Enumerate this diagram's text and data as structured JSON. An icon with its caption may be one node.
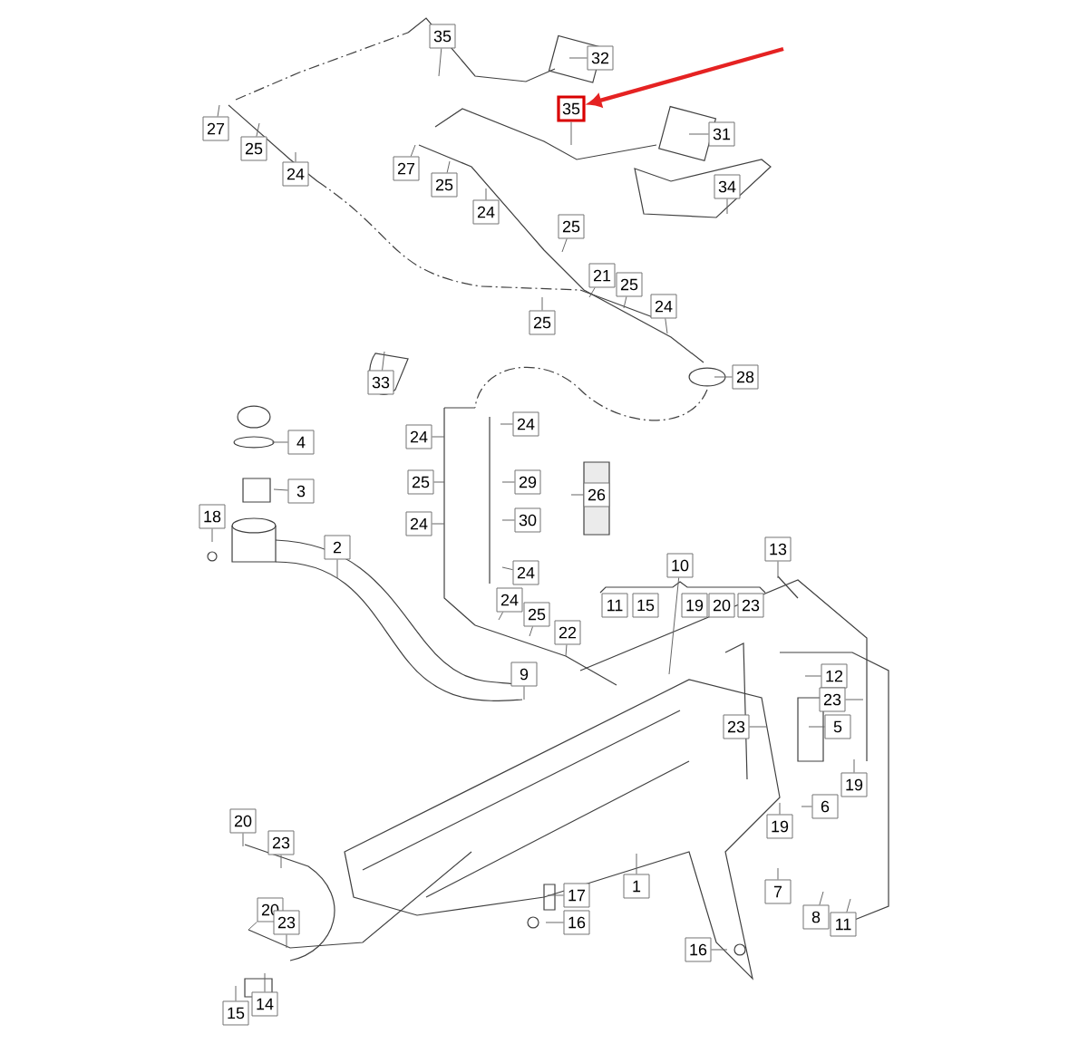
{
  "diagram": {
    "nodes": [
      {
        "text": [
          "35"
        ]
      },
      {
        "text": [
          "32"
        ]
      },
      {
        "text": [
          "35"
        ]
      },
      {
        "text": [
          "31"
        ]
      },
      {
        "text": [
          "27"
        ]
      },
      {
        "text": [
          "25"
        ]
      },
      {
        "text": [
          "24"
        ]
      },
      {
        "text": [
          "27"
        ]
      },
      {
        "text": [
          "25"
        ]
      },
      {
        "text": [
          "24"
        ]
      },
      {
        "text": [
          "34"
        ]
      },
      {
        "text": [
          "25"
        ]
      },
      {
        "text": [
          "21"
        ]
      },
      {
        "text": [
          "25"
        ]
      },
      {
        "text": [
          "24"
        ]
      },
      {
        "text": [
          "25"
        ]
      },
      {
        "text": [
          "33"
        ]
      },
      {
        "text": [
          "28"
        ]
      },
      {
        "text": [
          "4"
        ]
      },
      {
        "text": [
          "24"
        ]
      },
      {
        "text": [
          "24"
        ]
      },
      {
        "text": [
          "3"
        ]
      },
      {
        "text": [
          "25"
        ]
      },
      {
        "text": [
          "29"
        ]
      },
      {
        "text": [
          "26"
        ]
      },
      {
        "text": [
          "18"
        ]
      },
      {
        "text": [
          "24"
        ]
      },
      {
        "text": [
          "30"
        ]
      },
      {
        "text": [
          "2"
        ]
      },
      {
        "text": [
          "13"
        ]
      },
      {
        "text": [
          "10"
        ]
      },
      {
        "text": [
          "24"
        ]
      },
      {
        "text": [
          "11"
        ]
      },
      {
        "text": [
          "15"
        ]
      },
      {
        "text": [
          "19"
        ]
      },
      {
        "text": [
          "20"
        ]
      },
      {
        "text": [
          "23"
        ]
      },
      {
        "text": [
          "24"
        ]
      },
      {
        "text": [
          "25"
        ]
      },
      {
        "text": [
          "22"
        ]
      },
      {
        "text": [
          "9"
        ]
      },
      {
        "text": [
          "12"
        ]
      },
      {
        "text": [
          "23"
        ]
      },
      {
        "text": [
          "23"
        ]
      },
      {
        "text": [
          "5"
        ]
      },
      {
        "text": [
          "19"
        ]
      },
      {
        "text": [
          "6"
        ]
      },
      {
        "text": [
          "19"
        ]
      },
      {
        "text": [
          "20"
        ]
      },
      {
        "text": [
          "23"
        ]
      },
      {
        "text": [
          "1"
        ]
      },
      {
        "text": [
          "7"
        ]
      },
      {
        "text": [
          "17"
        ]
      },
      {
        "text": [
          "20"
        ]
      },
      {
        "text": [
          "8"
        ]
      },
      {
        "text": [
          "23"
        ]
      },
      {
        "text": [
          "16"
        ]
      },
      {
        "text": [
          "11"
        ]
      },
      {
        "text": [
          "16"
        ]
      },
      {
        "text": [
          "15"
        ]
      },
      {
        "text": [
          "14"
        ]
      }
    ],
    "edges": [
      {
        "from": 0,
        "to": null,
        "arrow": "none"
      },
      {
        "from": 1,
        "to": null,
        "arrow": "none"
      },
      {
        "from": 2,
        "to": null,
        "arrow": "none"
      },
      {
        "from": 3,
        "to": null,
        "arrow": "none"
      },
      {
        "from": 4,
        "to": null,
        "arrow": "none"
      },
      {
        "from": 5,
        "to": null,
        "arrow": "none"
      },
      {
        "from": 6,
        "to": null,
        "arrow": "none"
      },
      {
        "from": 7,
        "to": null,
        "arrow": "none"
      },
      {
        "from": 8,
        "to": null,
        "arrow": "none"
      },
      {
        "from": 9,
        "to": null,
        "arrow": "none"
      },
      {
        "from": 10,
        "to": null,
        "arrow": "none"
      },
      {
        "from": 11,
        "to": null,
        "arrow": "none"
      },
      {
        "from": 12,
        "to": null,
        "arrow": "none"
      },
      {
        "from": 13,
        "to": null,
        "arrow": "none"
      },
      {
        "from": 14,
        "to": null,
        "arrow": "none"
      },
      {
        "from": 15,
        "to": null,
        "arrow": "none"
      },
      {
        "from": 16,
        "to": null,
        "arrow": "none"
      },
      {
        "from": 17,
        "to": null,
        "arrow": "none"
      },
      {
        "from": 18,
        "to": null,
        "arrow": "none"
      },
      {
        "from": 19,
        "to": null,
        "arrow": "none"
      },
      {
        "from": 20,
        "to": null,
        "arrow": "none"
      },
      {
        "from": 21,
        "to": null,
        "arrow": "none"
      },
      {
        "from": 22,
        "to": null,
        "arrow": "none"
      },
      {
        "from": 23,
        "to": null,
        "arrow": "none"
      },
      {
        "from": 24,
        "to": null,
        "arrow": "none"
      },
      {
        "from": 25,
        "to": null,
        "arrow": "none"
      },
      {
        "from": 26,
        "to": null,
        "arrow": "none"
      },
      {
        "from": 27,
        "to": null,
        "arrow": "none"
      },
      {
        "from": 28,
        "to": null,
        "arrow": "none"
      },
      {
        "from": 29,
        "to": null,
        "arrow": "none"
      },
      {
        "from": 30,
        "to": null,
        "arrow": "none"
      },
      {
        "from": 31,
        "to": null,
        "arrow": "none"
      },
      {
        "from": 37,
        "to": null,
        "arrow": "none"
      },
      {
        "from": 38,
        "to": null,
        "arrow": "none"
      },
      {
        "from": 39,
        "to": null,
        "arrow": "none"
      },
      {
        "from": 40,
        "to": null,
        "arrow": "none"
      },
      {
        "from": 41,
        "to": null,
        "arrow": "none"
      },
      {
        "from": 42,
        "to": null,
        "arrow": "none"
      },
      {
        "from": 43,
        "to": null,
        "arrow": "none"
      },
      {
        "from": 44,
        "to": null,
        "arrow": "none"
      },
      {
        "from": 45,
        "to": null,
        "arrow": "none"
      },
      {
        "from": 46,
        "to": null,
        "arrow": "none"
      },
      {
        "from": 47,
        "to": null,
        "arrow": "none"
      },
      {
        "from": 48,
        "to": null,
        "arrow": "none"
      },
      {
        "from": 49,
        "to": null,
        "arrow": "none"
      },
      {
        "from": 50,
        "to": null,
        "arrow": "none"
      },
      {
        "from": 51,
        "to": null,
        "arrow": "none"
      },
      {
        "from": 52,
        "to": null,
        "arrow": "none"
      },
      {
        "from": 53,
        "to": null,
        "arrow": "none"
      },
      {
        "from": 54,
        "to": null,
        "arrow": "none"
      },
      {
        "from": 55,
        "to": null,
        "arrow": "none"
      },
      {
        "from": 56,
        "to": null,
        "arrow": "none"
      },
      {
        "from": 57,
        "to": null,
        "arrow": "none"
      },
      {
        "from": 58,
        "to": null,
        "arrow": "none"
      },
      {
        "from": 59,
        "to": null,
        "arrow": "none"
      },
      {
        "from": 60,
        "to": null,
        "arrow": "none"
      },
      {
        "from": null,
        "to": 2,
        "arrow": "to",
        "style": "thick",
        "color": "#e52222"
      }
    ]
  }
}
